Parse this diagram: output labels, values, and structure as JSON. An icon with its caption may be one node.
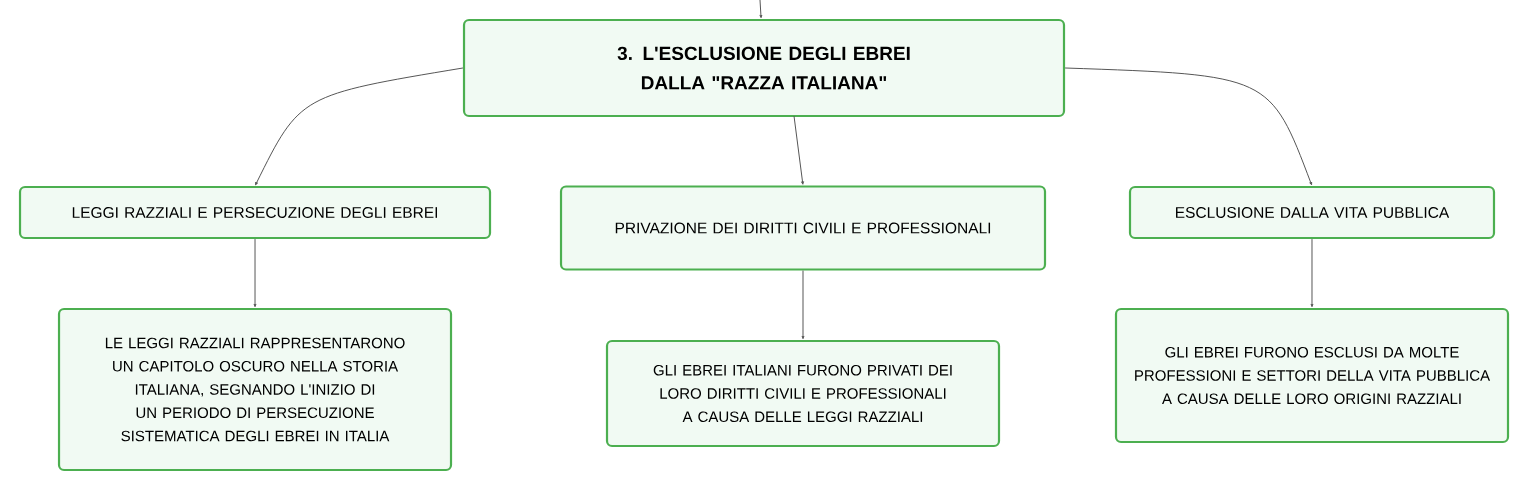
{
  "diagram": {
    "nodes": [
      {
        "text": [
          "3. L'ESCLUSIONE DEGLI EBREI DALLA \"RAZZA ITALIANA\""
        ]
      },
      {
        "text": [
          "LEGGI RAZZIALI E PERSECUZIONE DEGLI EBREI"
        ]
      },
      {
        "text": [
          "PRIVAZIONE DEI DIRITTI CIVILI E PROFESSIONALI"
        ]
      },
      {
        "text": [
          "ESCLUSIONE DALLA VITA PUBBLICA"
        ]
      },
      {
        "text": [
          "LE LEGGI RAZZIALI RAPPRESENTARONO UN CAPITOLO OSCURO NELLA STORIA ITALIANA, SEGNANDO L'INIZIO DI UN PERIODO DI PERSECUZIONE SISTEMATICA DEGLI EBREI IN ITALIA"
        ]
      },
      {
        "text": [
          "GLI EBREI ITALIANI FURONO PRIVATI DEI LORO DIRITTI CIVILI E PROFESSIONALI A CAUSA DELLE LEGGI RAZZIALI"
        ]
      },
      {
        "text": [
          "GLI EBREI FURONO ESCLUSI DA MOLTE PROFESSIONI E SETTORI DELLA VITA PUBBLICA A CAUSA DELLE LORO ORIGINI RAZZIALI"
        ]
      }
    ],
    "edges": [
      {
        "from": null,
        "to": 0,
        "arrow": "to"
      },
      {
        "from": 0,
        "to": 1,
        "arrow": "to"
      },
      {
        "from": 0,
        "to": 2,
        "arrow": "to"
      },
      {
        "from": 0,
        "to": 3,
        "arrow": "to"
      },
      {
        "from": 1,
        "to": 4,
        "arrow": "to"
      },
      {
        "from": 2,
        "to": 5,
        "arrow": "to"
      },
      {
        "from": 3,
        "to": 6,
        "arrow": "to"
      }
    ]
  }
}
